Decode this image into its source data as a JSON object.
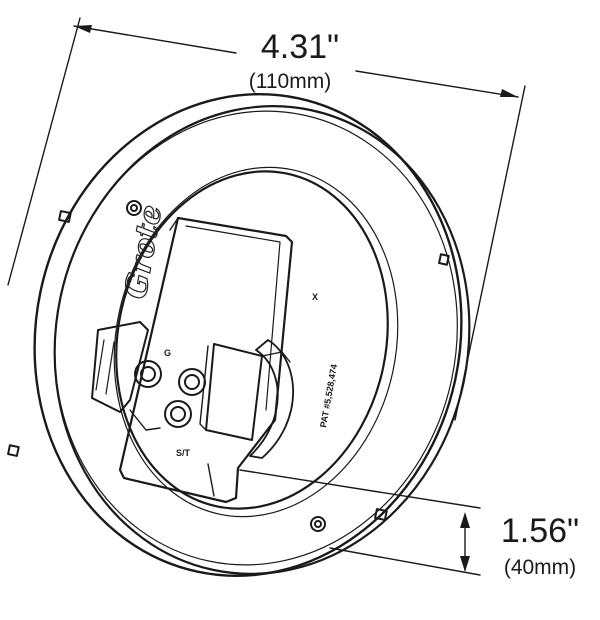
{
  "dimensions": {
    "diameter": {
      "value": "4.31\"",
      "metric": "(110mm)"
    },
    "depth": {
      "value": "1.56\"",
      "metric": "(40mm)"
    }
  },
  "markings": {
    "brand": "Grote",
    "patent": "PAT #5,528,474",
    "x_mark": "X",
    "ground_label": "G",
    "st_label": "S/T"
  },
  "colors": {
    "line": "#1a1a1a",
    "background": "#ffffff"
  }
}
